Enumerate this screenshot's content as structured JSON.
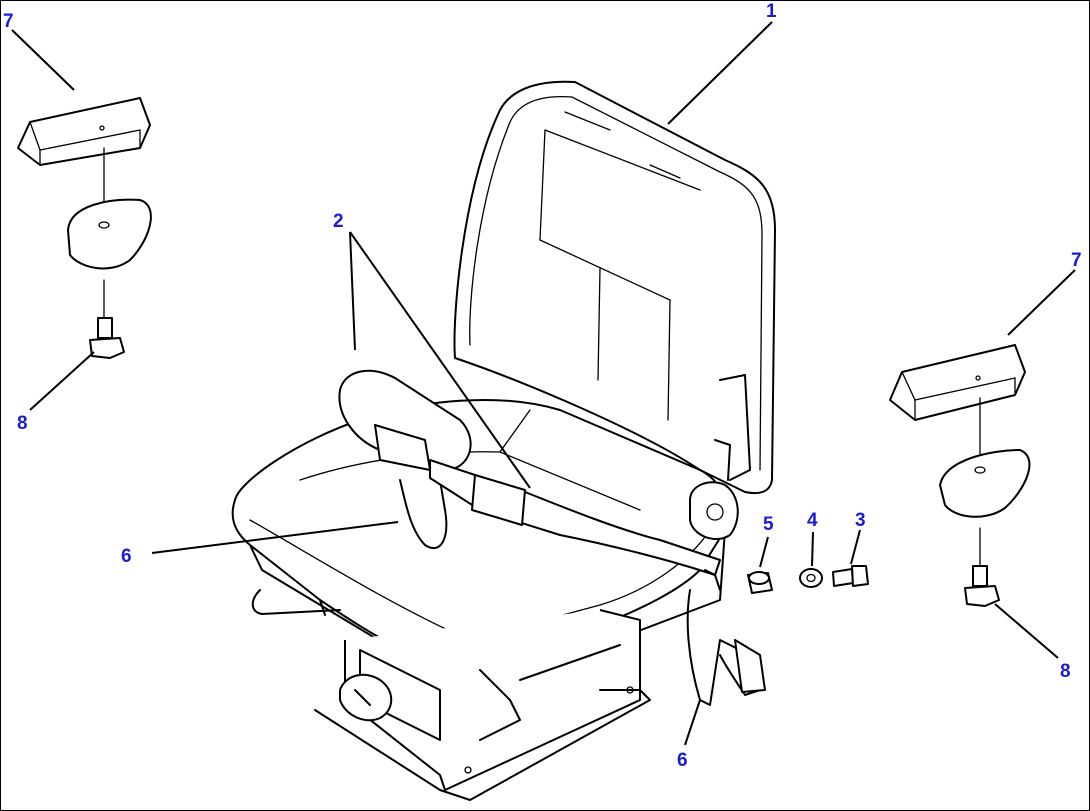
{
  "callouts": {
    "c1": "1",
    "c2": "2",
    "c3": "3",
    "c4": "4",
    "c5": "5",
    "c6_left": "6",
    "c6_bottom": "6",
    "c7_left": "7",
    "c7_right": "7",
    "c8_left": "8",
    "c8_right": "8"
  },
  "colors": {
    "callout_text": "#1b1bd6",
    "line_art": "#000000",
    "background": "#ffffff"
  }
}
